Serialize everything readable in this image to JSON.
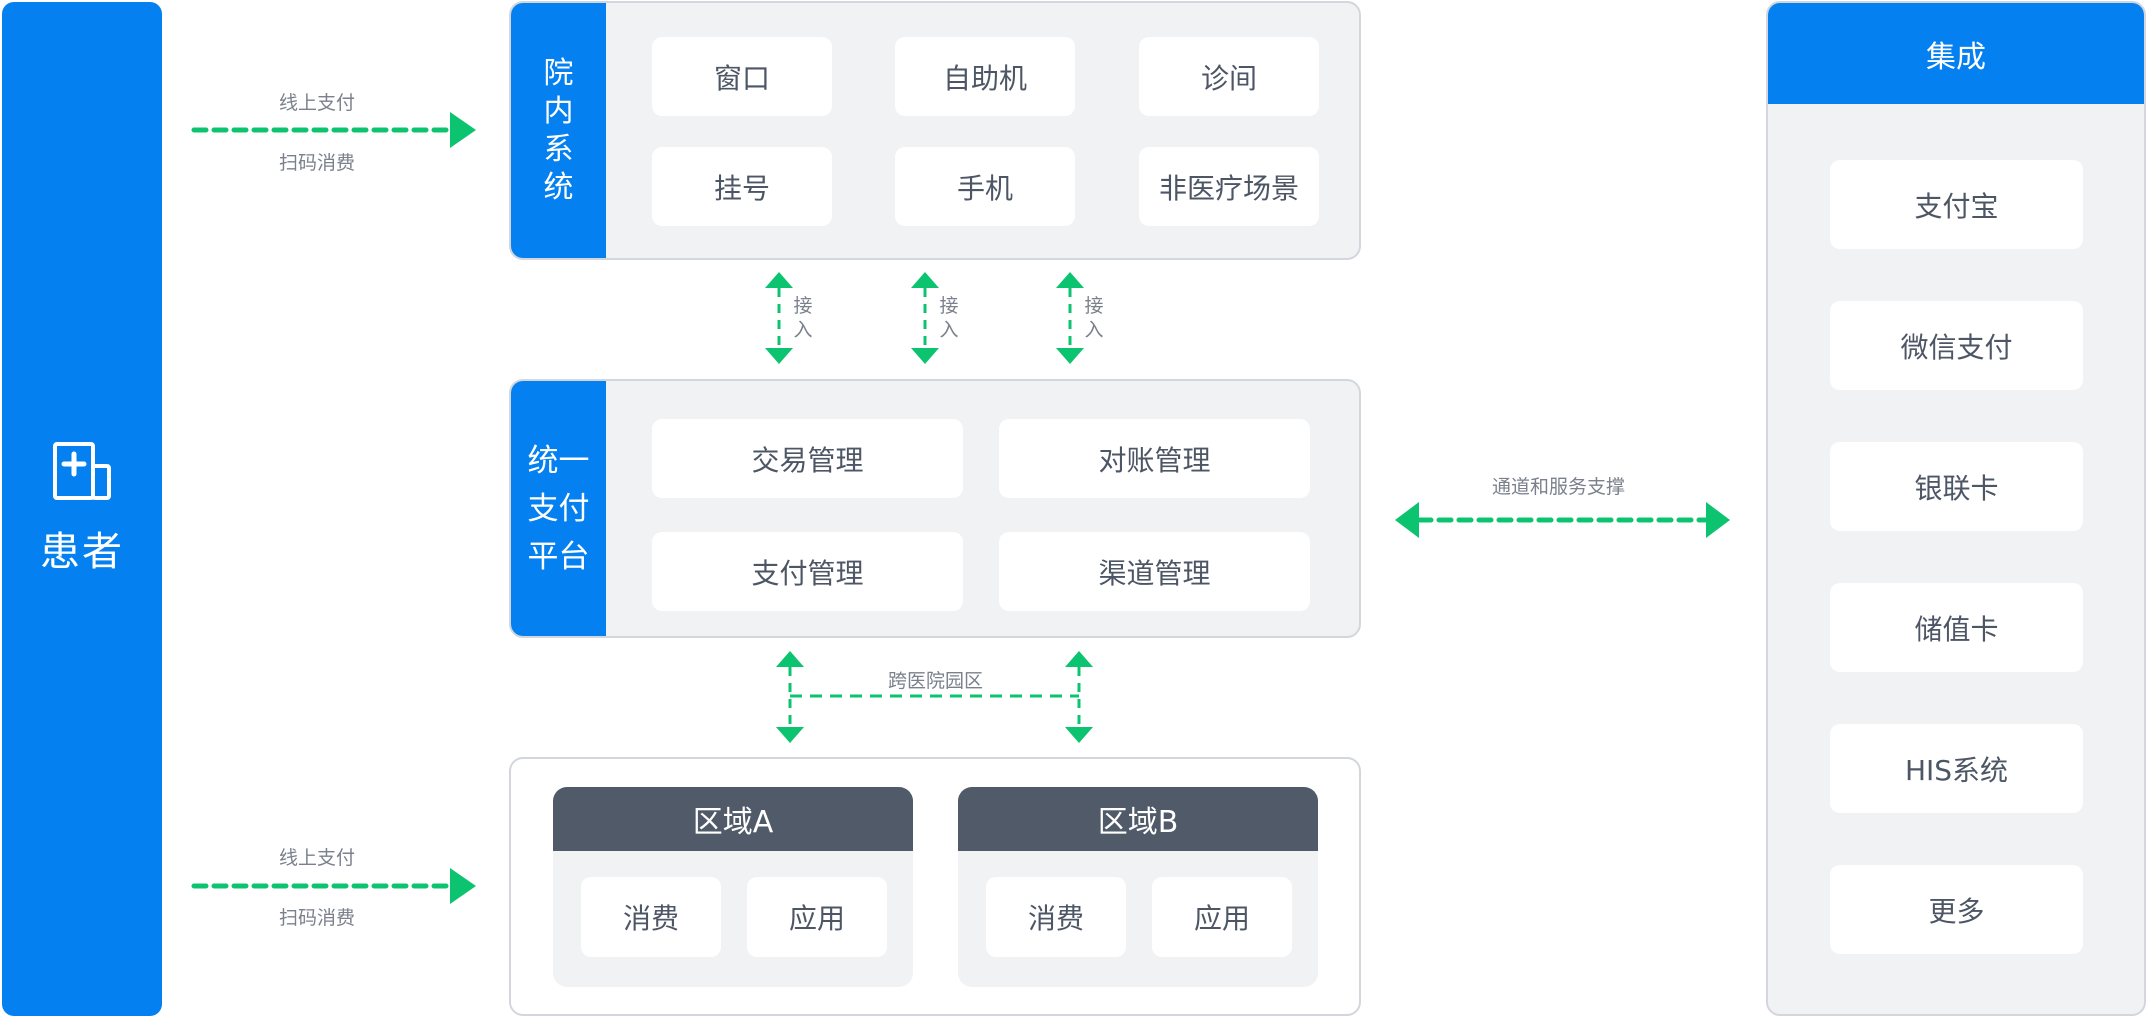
{
  "colors": {
    "primary_blue": "#0580f0",
    "arrow_green": "#0cc46f",
    "region_header": "#505a69",
    "panel_bg": "#f1f2f4",
    "text": "#4d5665",
    "caption": "#7a818c"
  },
  "patient": {
    "icon": "hospital-record-icon",
    "label": "患者"
  },
  "flows": {
    "top": {
      "above": "线上支付",
      "below": "扫码消费"
    },
    "bottom": {
      "above": "线上支付",
      "below": "扫码消费"
    },
    "access": [
      {
        "line1": "接",
        "line2": "入"
      },
      {
        "line1": "接",
        "line2": "入"
      },
      {
        "line1": "接",
        "line2": "入"
      }
    ],
    "cross_campus": "跨医院园区",
    "channel_support": "通道和服务支撑"
  },
  "hospital_system": {
    "title": [
      "院",
      "内",
      "系",
      "统"
    ],
    "items": [
      "窗口",
      "自助机",
      "诊间",
      "挂号",
      "手机",
      "非医疗场景"
    ]
  },
  "payment_platform": {
    "title": [
      "统一",
      "支付",
      "平台"
    ],
    "items": [
      "交易管理",
      "对账管理",
      "支付管理",
      "渠道管理"
    ]
  },
  "regions": [
    {
      "title": "区域A",
      "items": [
        "消费",
        "应用"
      ]
    },
    {
      "title": "区域B",
      "items": [
        "消费",
        "应用"
      ]
    }
  ],
  "integration": {
    "title": "集成",
    "items": [
      "支付宝",
      "微信支付",
      "银联卡",
      "储值卡",
      "HIS系统",
      "更多"
    ]
  }
}
